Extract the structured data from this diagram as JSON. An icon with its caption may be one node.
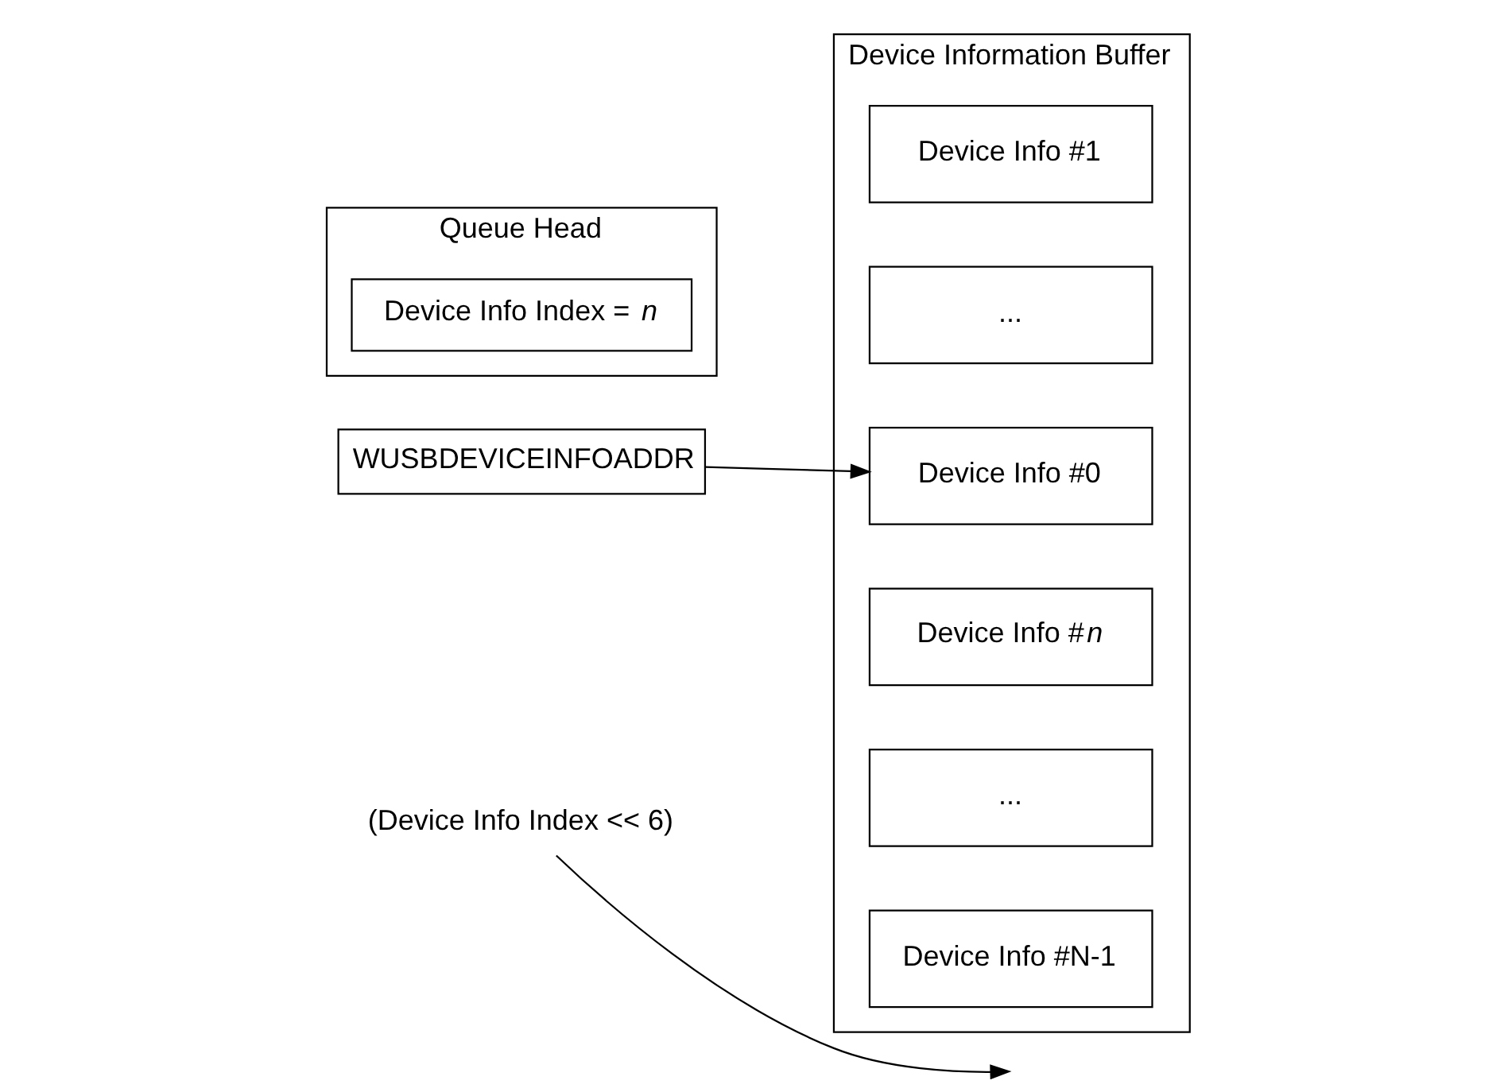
{
  "diagram": {
    "nodes": [
      {
        "text": [
          "Queue Head"
        ]
      },
      {
        "text": [
          "Device Info Index = *n*"
        ],
        "in": 0
      },
      {
        "text": [
          "Device Information Buffer"
        ]
      },
      {
        "text": [
          "Device Info #N-1"
        ],
        "in": 2
      },
      {
        "text": [
          "..."
        ],
        "in": 2
      },
      {
        "text": [
          "Device Info #*n*"
        ],
        "in": 2
      },
      {
        "text": [
          "..."
        ],
        "in": 2
      },
      {
        "text": [
          "Device Info #1"
        ],
        "in": 2
      },
      {
        "text": [
          "Device Info #0"
        ],
        "in": 2
      },
      {
        "text": [
          "(Device Info Index << 6)"
        ]
      },
      {
        "text": [
          "WUSBDEVICEINFOADDR"
        ]
      }
    ],
    "edges": [
      {
        "from": 9,
        "to": null,
        "arrow": "to"
      },
      {
        "from": 10,
        "to": 8,
        "arrow": "to"
      }
    ]
  }
}
